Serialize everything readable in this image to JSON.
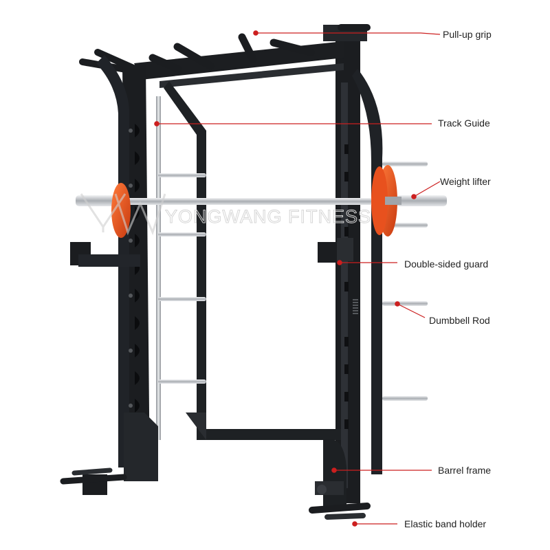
{
  "watermark": {
    "logo_mark": "YW",
    "text": "YONGWANG FITNESS"
  },
  "annotations": [
    {
      "key": "pull-up-grip",
      "label": "Pull-up grip"
    },
    {
      "key": "track-guide",
      "label": "Track Guide"
    },
    {
      "key": "weight-lifter",
      "label": "Weight lifter"
    },
    {
      "key": "double-sided-guard",
      "label": "Double-sided guard"
    },
    {
      "key": "dumbbell-rod",
      "label": "Dumbbell Rod"
    },
    {
      "key": "barrel-frame",
      "label": "Barrel frame"
    },
    {
      "key": "elastic-band-holder",
      "label": "Elastic band holder"
    }
  ],
  "colors": {
    "frame": "#1b1d20",
    "frame_highlight": "#3a3d42",
    "plate": "#e8511e",
    "chrome": "#c9ccd0",
    "leader_line": "#cc1f1f",
    "text": "#222222"
  }
}
